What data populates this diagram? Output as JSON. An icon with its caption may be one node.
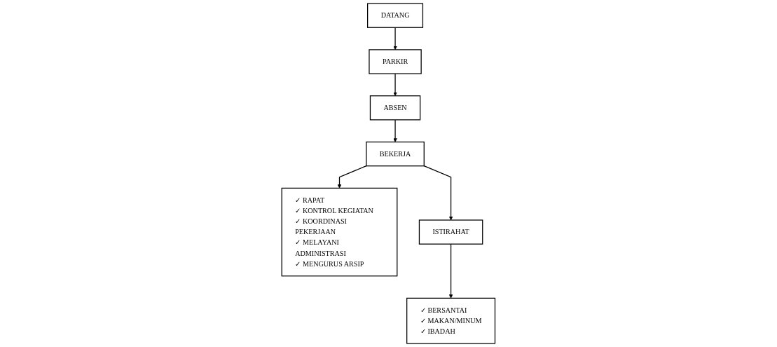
{
  "diagram": {
    "nodes": [
      {
        "text": [
          "DATANG"
        ]
      },
      {
        "text": [
          "PARKIR"
        ]
      },
      {
        "text": [
          "ABSEN"
        ]
      },
      {
        "text": [
          "BEKERJA"
        ]
      },
      {
        "text": [
          "✓ RAPAT",
          "✓ KONTROL KEGIATAN",
          "✓ KOORDINASI PEKERJAAN",
          "✓ MELAYANI ADMINISTRASI",
          "✓ MENGURUS ARSIP"
        ]
      },
      {
        "text": [
          "ISTIRAHAT"
        ]
      },
      {
        "text": [
          "✓ BERSANTAI",
          "✓ MAKAN/MINUM",
          "✓ IBADAH"
        ]
      }
    ],
    "edges": [
      {
        "from": 0,
        "to": 1,
        "arrow": "to"
      },
      {
        "from": 1,
        "to": 2,
        "arrow": "to"
      },
      {
        "from": 2,
        "to": 3,
        "arrow": "to"
      },
      {
        "from": 3,
        "to": 4,
        "arrow": "to"
      },
      {
        "from": 3,
        "to": 5,
        "arrow": "to"
      },
      {
        "from": 5,
        "to": 6,
        "arrow": "to"
      }
    ]
  }
}
